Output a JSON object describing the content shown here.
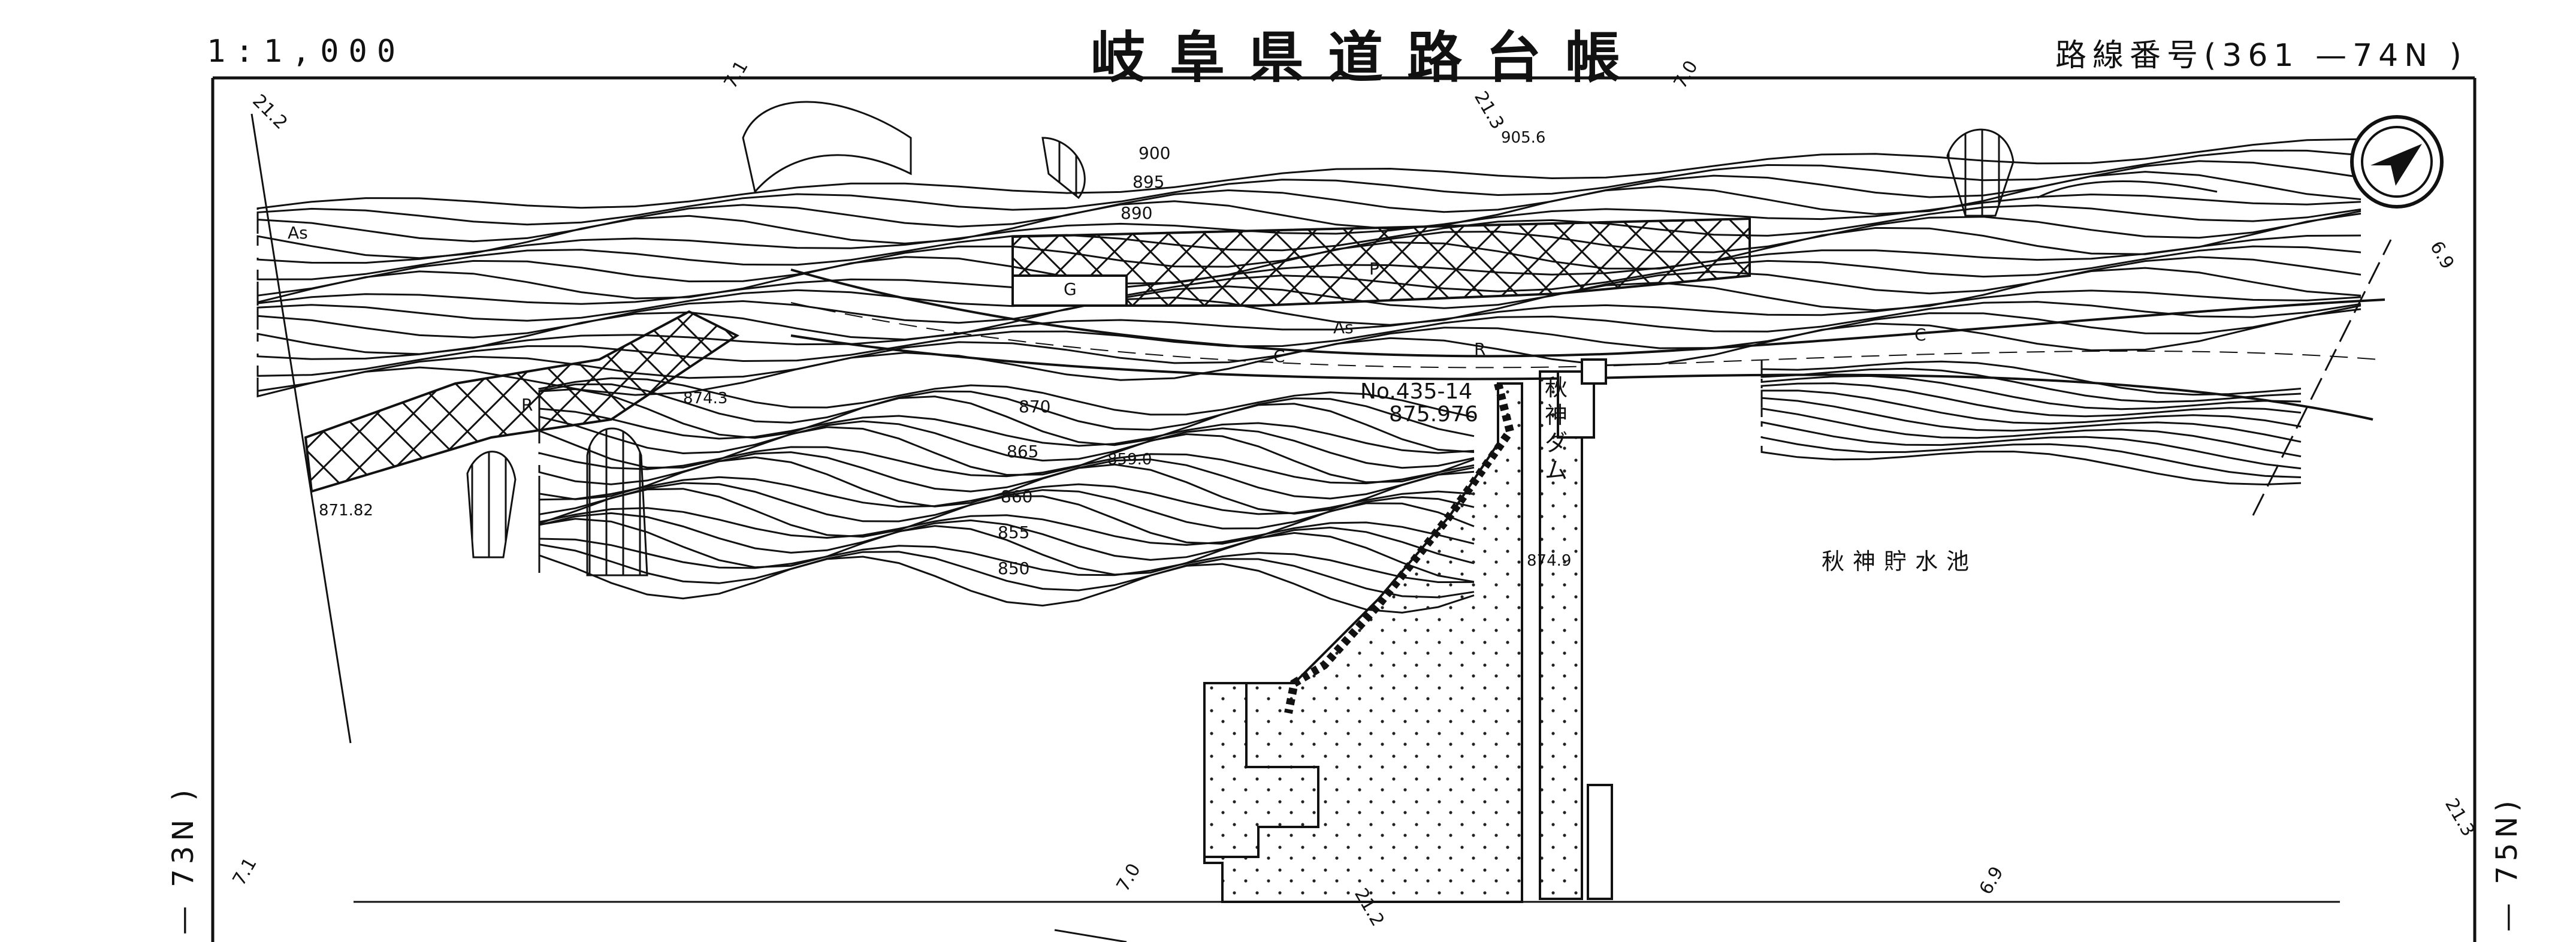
{
  "header": {
    "scale": "1:1,000",
    "title": "岐阜県道路台帳",
    "route_number": "路線番号(361 —74N )"
  },
  "map": {
    "dam_name": "秋神ダム",
    "reservoir": "秋神貯水池",
    "station": "No.435-14",
    "station_elev": "875.976",
    "elevations": [
      "905.6",
      "874.3",
      "871.82",
      "859.0",
      "874.9"
    ],
    "contours": [
      "900",
      "895",
      "890",
      "870",
      "865",
      "860",
      "855",
      "850"
    ],
    "surface_labels": [
      "As",
      "As",
      "P",
      "G",
      "R",
      "R",
      "C",
      "C"
    ],
    "edge_values": [
      "21.2",
      "7.1",
      "21.3",
      "7.0",
      "6.9",
      "21.3",
      "7.1",
      "7.0",
      "21.2",
      "6.9"
    ],
    "left_sheet": "— 73N )",
    "right_sheet": "— 75N)"
  },
  "colors": {
    "ink": "#111111",
    "paper": "#ffffff"
  },
  "icons": [
    "north-arrow-icon"
  ]
}
